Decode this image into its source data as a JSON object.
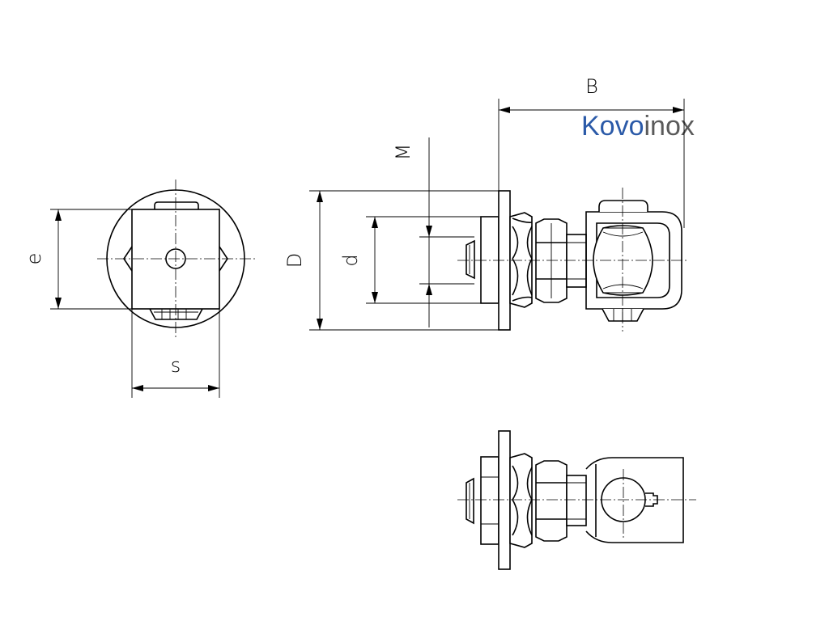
{
  "logo": {
    "part1": "Kovo",
    "part2": "inox",
    "color_primary": "#2b5aa8",
    "color_secondary": "#5a5a5a"
  },
  "labels": {
    "e": "e",
    "s": "s",
    "D": "D",
    "d": "d",
    "M": "M",
    "B": "B"
  }
}
